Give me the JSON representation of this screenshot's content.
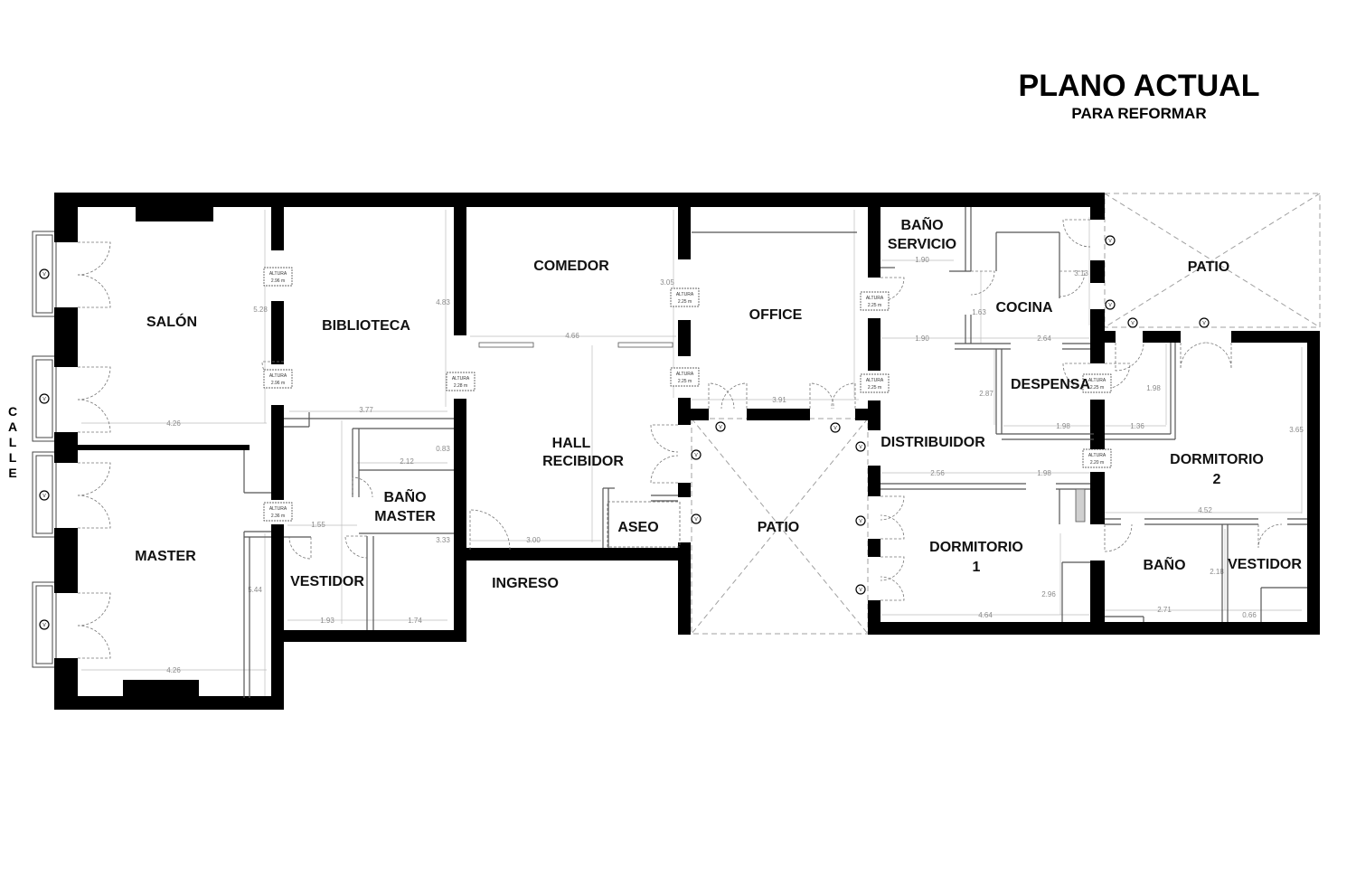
{
  "header": {
    "title": "PLANO ACTUAL",
    "subtitle": "PARA REFORMAR"
  },
  "street_label": "CALLE",
  "rooms": {
    "salon": "SALÓN",
    "biblioteca": "BIBLIOTECA",
    "comedor": "COMEDOR",
    "office": "OFFICE",
    "bano_servicio_1": "BAÑO",
    "bano_servicio_2": "SERVICIO",
    "cocina": "COCINA",
    "patio_top": "PATIO",
    "despensa": "DESPENSA",
    "hall_1": "HALL",
    "hall_2": "RECIBIDOR",
    "distribuidor": "DISTRIBUIDOR",
    "dormitorio2_1": "DORMITORIO",
    "dormitorio2_2": "2",
    "bano_master_1": "BAÑO",
    "bano_master_2": "MASTER",
    "aseo": "ASEO",
    "patio_center": "PATIO",
    "master": "MASTER",
    "vestidor_left": "VESTIDOR",
    "ingreso": "INGRESO",
    "dormitorio1_1": "DORMITORIO",
    "dormitorio1_2": "1",
    "bano": "BAÑO",
    "vestidor_right": "VESTIDOR"
  },
  "height_tag_label": "ALTURA",
  "height_tags": [
    "2.96 m",
    "2.96 m",
    "2.36 m",
    "2.28 m",
    "2.25 m",
    "2.25 m",
    "2.25 m",
    "2.25 m",
    "2.25 m",
    "2.20 m"
  ],
  "dimensions": [
    "5.28",
    "4.83",
    "3.05",
    "4.66",
    "3.91",
    "4.26",
    "3.77",
    "2.12",
    "0.83",
    "1.55",
    "3.33",
    "3.00",
    "1.93",
    "1.74",
    "5.44",
    "4.26",
    "1.90",
    "1.63",
    "1.90",
    "2.64",
    "3.13",
    "2.87",
    "1.98",
    "1.36",
    "1.98",
    "2.56",
    "1.98",
    "4.52",
    "3.65",
    "2.18",
    "2.96",
    "4.64",
    "2.71",
    "0.66"
  ]
}
